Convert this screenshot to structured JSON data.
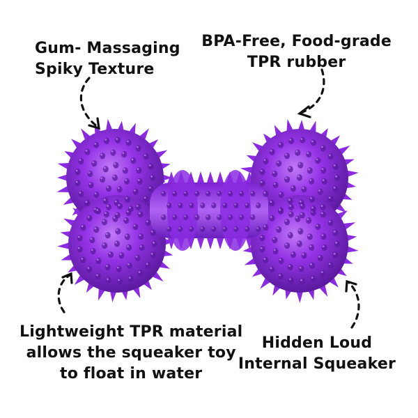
{
  "callouts": {
    "top_left": {
      "line1": "Gum- Massaging",
      "line2": "Spiky Texture"
    },
    "top_right": {
      "line1": "BPA-Free, Food-grade",
      "line2": "TPR rubber"
    },
    "bottom_left": {
      "line1": "Lightweight TPR material",
      "line2": "allows the squeaker toy",
      "line3": "to float in water"
    },
    "bottom_right": {
      "line1": "Hidden Loud",
      "line2": "Internal Squeaker"
    }
  },
  "colors": {
    "toy_main": "#8a2be2",
    "toy_dark": "#5a1a9e",
    "toy_light": "#c07af5",
    "text": "#111111",
    "background": "#ffffff"
  },
  "illustration": {
    "subject": "purple spiky bone-shaped dog chew toy",
    "arrow_style": "dashed curved arrows"
  }
}
